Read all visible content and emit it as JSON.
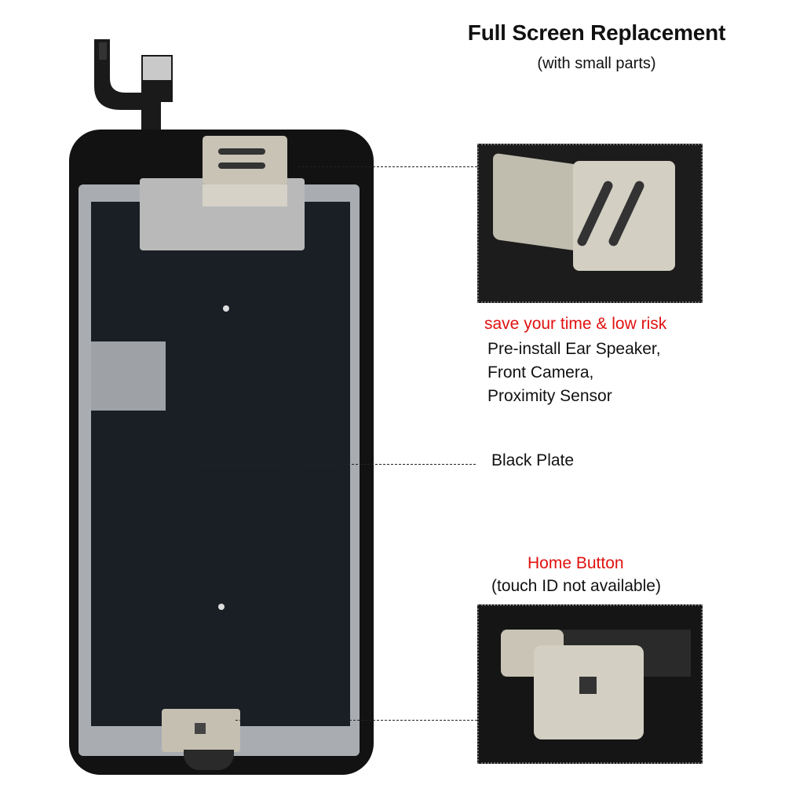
{
  "header": {
    "title": "Full Screen Replacement",
    "subtitle": "(with small parts)"
  },
  "callouts": {
    "ear_speaker": {
      "headline": "save your time & low risk",
      "lines": [
        "Pre-install Ear Speaker,",
        "Front Camera,",
        "Proximity Sensor"
      ]
    },
    "black_plate": {
      "label": "Black Plate"
    },
    "home_button": {
      "headline": "Home Button",
      "note": "(touch ID not available)"
    }
  },
  "colors": {
    "accent_red": "#e0110f",
    "phone_body": "#121212",
    "plate": "#1a1f26",
    "metal": "#b9b9b9"
  },
  "icons": {
    "phone": "phone-lcd-assembly-icon",
    "speaker": "ear-speaker-bracket-icon",
    "home": "home-button-bracket-icon"
  }
}
